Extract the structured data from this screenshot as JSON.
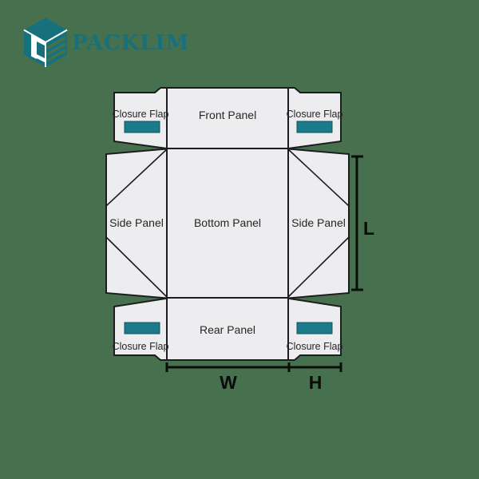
{
  "canvas": {
    "background_color": "#47714E"
  },
  "logo": {
    "brand": "PACKLIM",
    "icon": "isometric-box-icon",
    "brand_color": "#16717C"
  },
  "dieline": {
    "panel_labels": {
      "front": "Front Panel",
      "bottom": "Bottom Panel",
      "rear": "Rear Panel",
      "side": "Side Panel",
      "closure_flap": "Closure Flap"
    },
    "dimension_labels": {
      "width": "W",
      "height": "H",
      "length": "L"
    },
    "colors": {
      "panel_fill": "#EDEDEF",
      "outline": "#1D1D1F",
      "lock_tab_fill": "#1B7B8B",
      "dimension_line": "#0B0B0B"
    }
  }
}
